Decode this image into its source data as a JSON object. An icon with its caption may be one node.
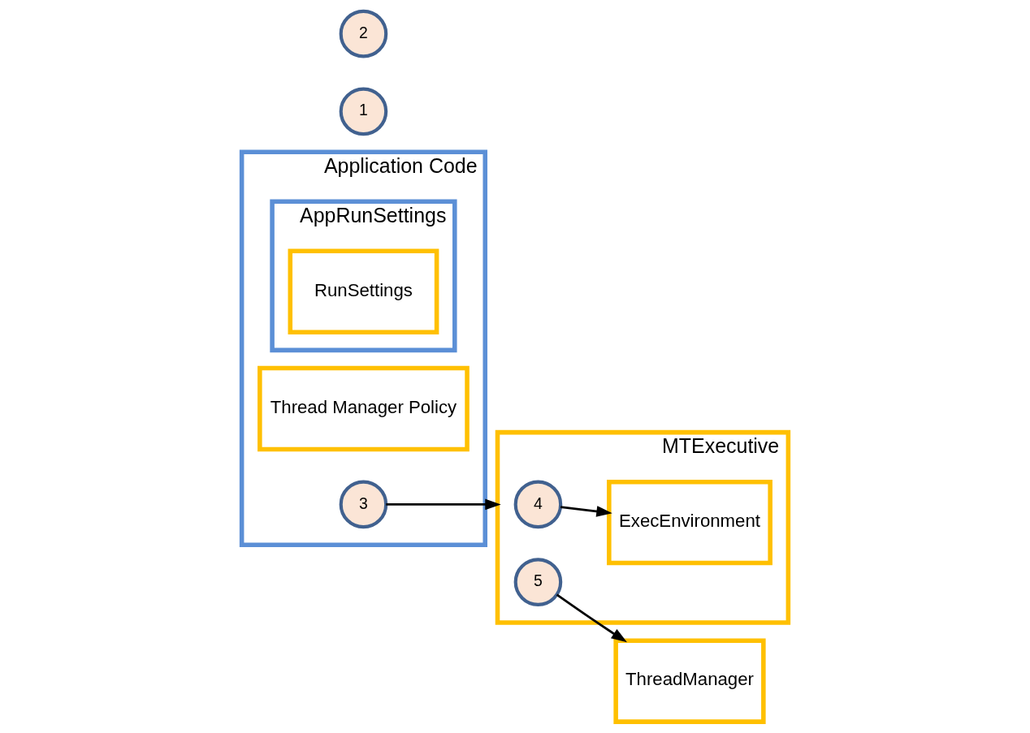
{
  "diagram": {
    "nodes": [
      {
        "text": [
          "Application Code"
        ]
      },
      {
        "text": [
          "1"
        ]
      },
      {
        "text": [
          "AppRunSettings"
        ],
        "in": 0
      },
      {
        "text": [
          "RunSettings"
        ],
        "in": 2
      },
      {
        "text": [
          "2"
        ]
      },
      {
        "text": [
          "Thread Manager Policy"
        ],
        "in": 0
      },
      {
        "text": [
          "3"
        ],
        "in": 0
      },
      {
        "text": [
          "MTExecutive"
        ]
      },
      {
        "text": [
          "4"
        ],
        "in": 7
      },
      {
        "text": [
          "5"
        ],
        "in": 7
      },
      {
        "text": [
          "ExecEnvironment"
        ],
        "in": 7
      },
      {
        "text": [
          "ThreadManager"
        ]
      }
    ],
    "edges": [
      {
        "from": 6,
        "to": 7,
        "arrow": "to"
      },
      {
        "from": 8,
        "to": 10,
        "arrow": "to"
      },
      {
        "from": 9,
        "to": 11,
        "arrow": "to"
      }
    ]
  }
}
